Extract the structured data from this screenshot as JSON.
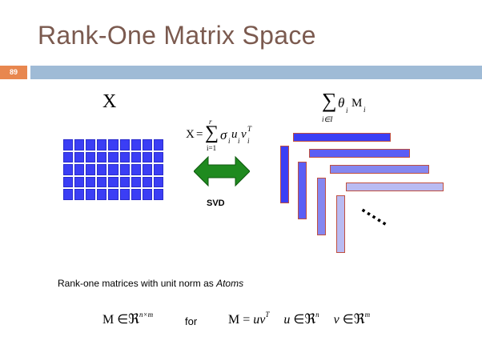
{
  "slide": {
    "title": "Rank-One Matrix Space",
    "page_number": "89"
  },
  "left": {
    "matrix_label": "X",
    "grid": {
      "rows": 5,
      "cols": 9,
      "color": "#3b3ef5"
    }
  },
  "middle": {
    "svd_formula": {
      "lhs": "X",
      "equals": "=",
      "sum_upper": "r",
      "sum_lower": "i=1",
      "sigma": "σ",
      "u": "u",
      "v": "v",
      "index": "i",
      "transpose": "T"
    },
    "arrow_color": "#1f8a1f",
    "svd_label": "SVD"
  },
  "right": {
    "sum_formula": {
      "sum_lower": "i∈I",
      "theta": "θ",
      "index": "i",
      "M": "M"
    },
    "ellipsis": "....."
  },
  "caption": {
    "text": "Rank-one matrices with unit norm as ",
    "emphasis": "Atoms"
  },
  "bottom": {
    "membership": {
      "M": "M",
      "in": "∈",
      "R": "ℜ",
      "sup": "n×m"
    },
    "for_word": "for",
    "decomposition": {
      "M": "M",
      "eq": "=",
      "uv": "uv",
      "T": "T",
      "u": "u",
      "v": "v",
      "in": "∈",
      "R": "ℜ",
      "n": "n",
      "m": "m"
    }
  }
}
